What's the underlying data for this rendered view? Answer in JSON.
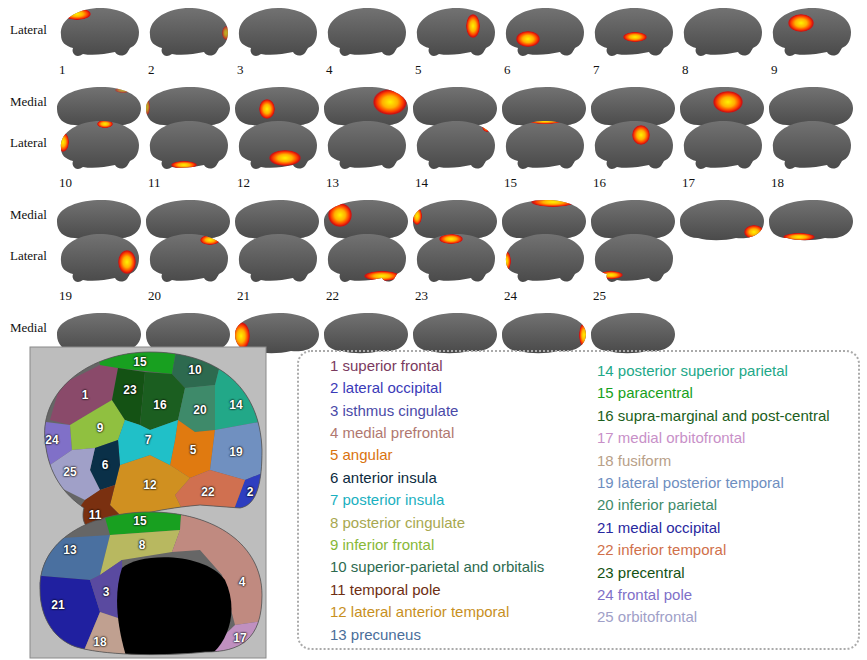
{
  "diagram": {
    "labels": [
      "Lateral",
      "Medial",
      "1",
      "2",
      "3",
      "4",
      "5",
      "6",
      "7",
      "8",
      "9",
      "Lateral",
      "Medial",
      "10",
      "11",
      "12",
      "13",
      "14",
      "15",
      "16",
      "17",
      "18",
      "Lateral",
      "Medial",
      "19",
      "20",
      "21",
      "22",
      "23",
      "24",
      "25",
      "15",
      "23",
      "10",
      "1",
      "9",
      "16",
      "14",
      "20",
      "24",
      "5",
      "7",
      "19",
      "6",
      "2",
      "12",
      "22",
      "25",
      "11",
      "15",
      "13",
      "8",
      "4",
      "21",
      "3",
      "17",
      "18"
    ],
    "legend": [
      {
        "text": "1 superior frontal",
        "color": "#7a3a5e"
      },
      {
        "text": "2 lateral occipital",
        "color": "#3a3ab8"
      },
      {
        "text": "3 isthmus cingulate",
        "color": "#4a4aa8"
      },
      {
        "text": "4 medial prefrontal",
        "color": "#b07870"
      },
      {
        "text": "5 angular",
        "color": "#d9730f"
      },
      {
        "text": "6 anterior insula",
        "color": "#0b2a3e"
      },
      {
        "text": "7 posterior insula",
        "color": "#1ab0c0"
      },
      {
        "text": "8 posterior cingulate",
        "color": "#a8a850"
      },
      {
        "text": "9 inferior frontal",
        "color": "#88b838"
      },
      {
        "text": "10 superior-parietal and orbitalis",
        "color": "#2d6a4f"
      },
      {
        "text": "11 temporal pole",
        "color": "#6e2e12"
      },
      {
        "text": "12 lateral anterior temporal",
        "color": "#c8901e"
      },
      {
        "text": "13 precuneus",
        "color": "#4a6e9a"
      },
      {
        "text": "14 posterior superior parietal",
        "color": "#22a888"
      },
      {
        "text": "15 paracentral",
        "color": "#18a020"
      },
      {
        "text": "16 supra-marginal and post-central",
        "color": "#1b5e20"
      },
      {
        "text": "17 medial orbitofrontal",
        "color": "#c890c8"
      },
      {
        "text": "18 fusiform",
        "color": "#b8a088"
      },
      {
        "text": "19 lateral posterior temporal",
        "color": "#6e8ec0"
      },
      {
        "text": "20 inferior parietal",
        "color": "#3e8a6a"
      },
      {
        "text": "21 medial occipital",
        "color": "#2828a0"
      },
      {
        "text": "22 inferior temporal",
        "color": "#d0704a"
      },
      {
        "text": "23 precentral",
        "color": "#145214"
      },
      {
        "text": "24 frontal pole",
        "color": "#8070c8"
      },
      {
        "text": "25 orbitofrontal",
        "color": "#a0a0c8"
      }
    ]
  }
}
